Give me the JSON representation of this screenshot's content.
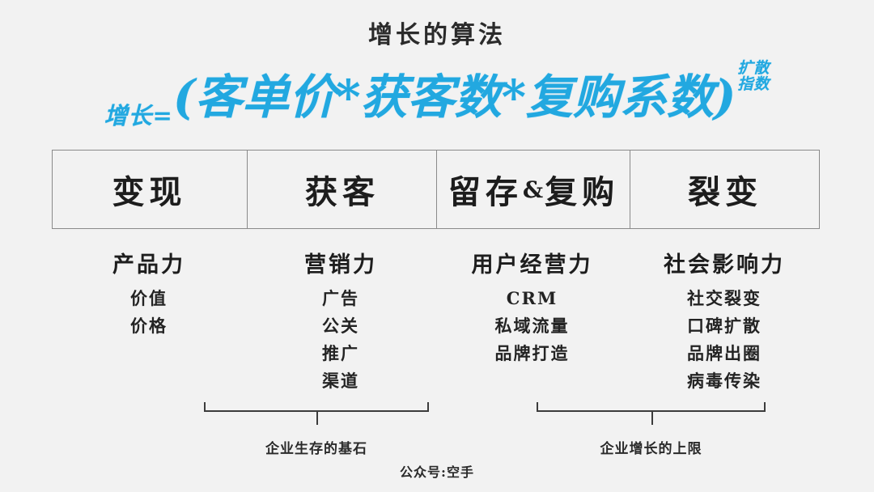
{
  "slide": {
    "title": "增长的算法",
    "background_color": "#f2f2f2",
    "accent_color": "#22a8e0",
    "text_color": "#1d1d1d"
  },
  "formula": {
    "prefix": "增长=",
    "main": "(客单价*获客数*复购系数)",
    "superscript_line1": "扩散",
    "superscript_line2": "指数"
  },
  "table": {
    "headers": [
      {
        "label": "变现"
      },
      {
        "label": "获客"
      },
      {
        "label_part1": "留存",
        "amp": "&",
        "label_part2": "复购"
      },
      {
        "label": "裂变"
      }
    ]
  },
  "columns": [
    {
      "heading": "产品力",
      "items": [
        "价值",
        "价格"
      ]
    },
    {
      "heading": "营销力",
      "items": [
        "广告",
        "公关",
        "推广",
        "渠道"
      ]
    },
    {
      "heading": "用户经营力",
      "items": [
        "CRM",
        "私域流量",
        "品牌打造"
      ]
    },
    {
      "heading": "社会影响力",
      "items": [
        "社交裂变",
        "口碑扩散",
        "品牌出圈",
        "病毒传染"
      ]
    }
  ],
  "braces": [
    {
      "label": "企业生存的基石"
    },
    {
      "label": "企业增长的上限"
    }
  ],
  "footer": {
    "text": "公众号:空手"
  }
}
